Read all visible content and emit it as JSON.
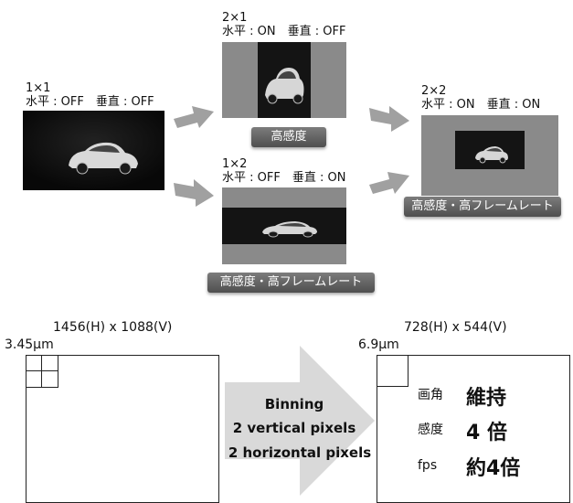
{
  "top": {
    "base": {
      "title": "1×1",
      "mode": "水平 : OFF　垂直 : OFF"
    },
    "h2": {
      "title": "2×1",
      "mode": "水平 : ON　垂直 : OFF",
      "badge": "高感度"
    },
    "v2": {
      "title": "1×2",
      "mode": "水平 : OFF　垂直 : ON",
      "badge": "高感度・高フレームレート"
    },
    "hv2": {
      "title": "2×2",
      "mode": "水平 : ON　垂直 : ON",
      "badge": "高感度・高フレームレート"
    }
  },
  "bottom": {
    "left_resolution": "1456(H) x 1088(V)",
    "left_pixel": "3.45μm",
    "right_resolution": "728(H) x 544(V)",
    "right_pixel": "6.9μm",
    "arrow_lines": [
      "Binning",
      "2 vertical pixels",
      "2 horizontal pixels"
    ],
    "results": [
      {
        "label": "画角",
        "value": "維持"
      },
      {
        "label": "感度",
        "value": "4 倍"
      },
      {
        "label": "fps",
        "value": "約4倍"
      }
    ]
  },
  "colors": {
    "arrow_gray": "#9a9a9a",
    "badge_gray": "#5f5f5f",
    "panel_gray": "#8a8a8a",
    "big_arrow": "#d9d9d9"
  }
}
